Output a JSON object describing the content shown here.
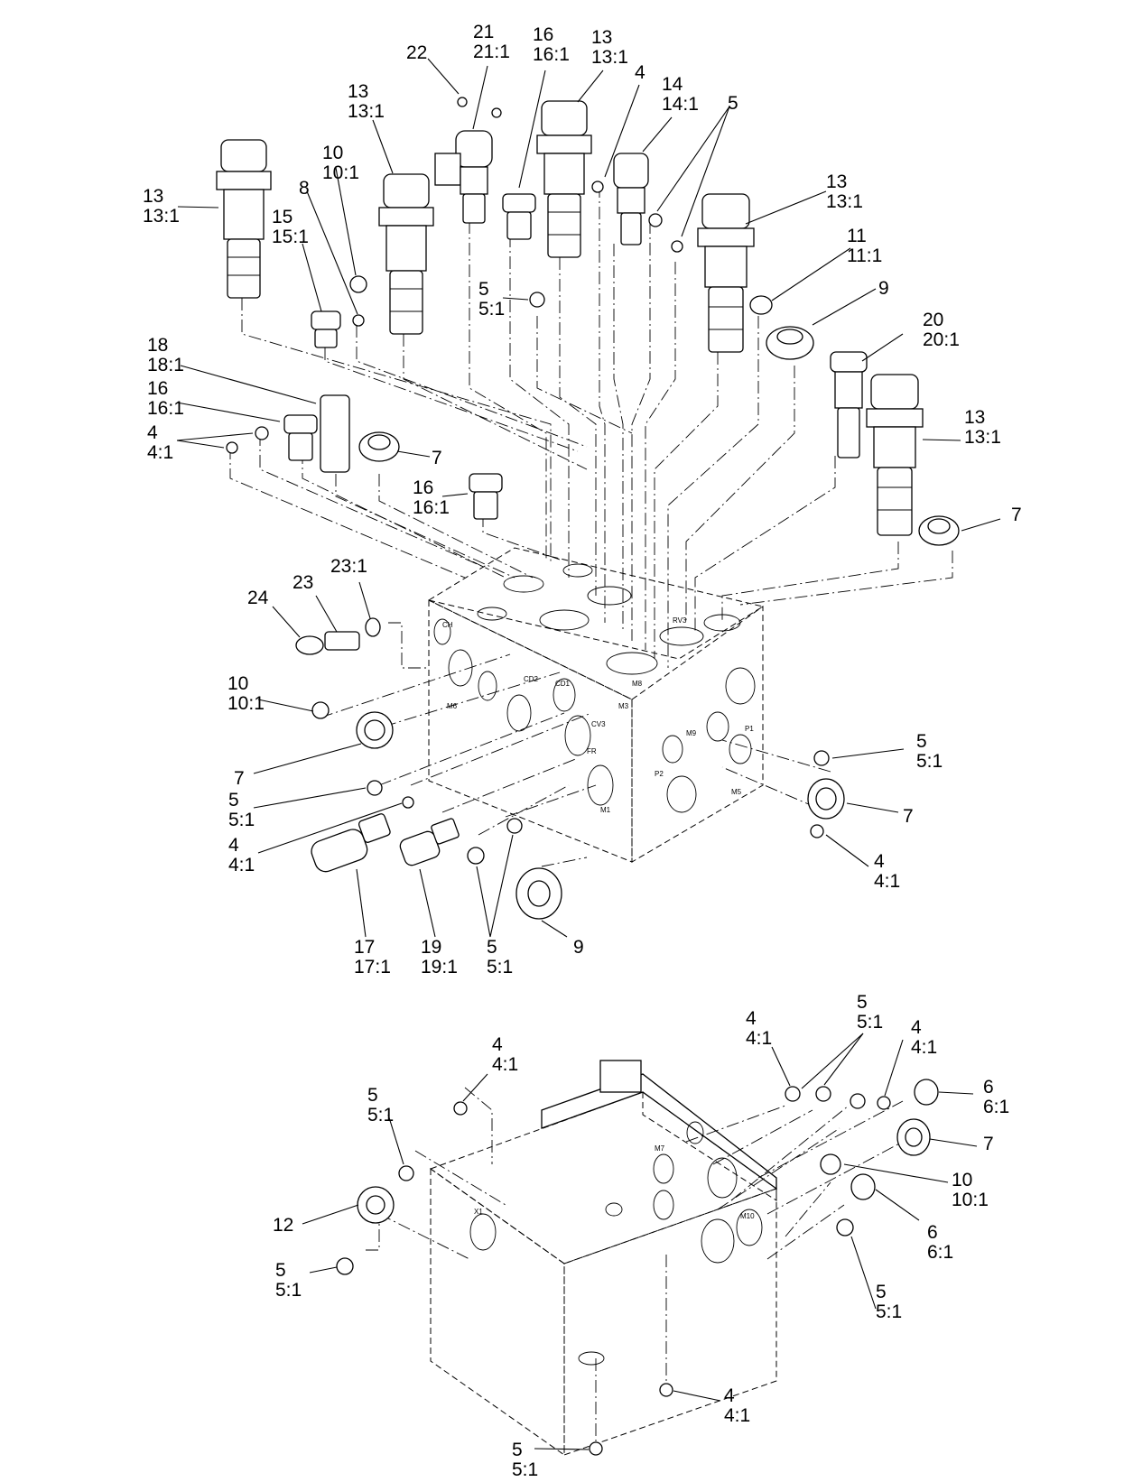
{
  "diagram": {
    "callouts": [
      {
        "id": "c22",
        "lines": [
          "22"
        ]
      },
      {
        "id": "c21",
        "lines": [
          "21",
          "21:1"
        ]
      },
      {
        "id": "c16a",
        "lines": [
          "16",
          "16:1"
        ]
      },
      {
        "id": "c13a",
        "lines": [
          "13",
          "13:1"
        ]
      },
      {
        "id": "c4a",
        "lines": [
          "4"
        ]
      },
      {
        "id": "c14",
        "lines": [
          "14",
          "14:1"
        ]
      },
      {
        "id": "c5a",
        "lines": [
          "5"
        ]
      },
      {
        "id": "c13b",
        "lines": [
          "13",
          "13:1"
        ]
      },
      {
        "id": "c10a",
        "lines": [
          "10",
          "10:1"
        ]
      },
      {
        "id": "c8",
        "lines": [
          "8"
        ]
      },
      {
        "id": "c13c",
        "lines": [
          "13",
          "13:1"
        ]
      },
      {
        "id": "c15",
        "lines": [
          "15",
          "15:1"
        ]
      },
      {
        "id": "c5b",
        "lines": [
          "5",
          "5:1"
        ]
      },
      {
        "id": "c13d",
        "lines": [
          "13",
          "13:1"
        ]
      },
      {
        "id": "c11",
        "lines": [
          "11",
          "11:1"
        ]
      },
      {
        "id": "c9a",
        "lines": [
          "9"
        ]
      },
      {
        "id": "c20",
        "lines": [
          "20",
          "20:1"
        ]
      },
      {
        "id": "c18",
        "lines": [
          "18",
          "18:1"
        ]
      },
      {
        "id": "c16b",
        "lines": [
          "16",
          "16:1"
        ]
      },
      {
        "id": "c4b",
        "lines": [
          "4",
          "4:1"
        ]
      },
      {
        "id": "c7a",
        "lines": [
          "7"
        ]
      },
      {
        "id": "c13e",
        "lines": [
          "13",
          "13:1"
        ]
      },
      {
        "id": "c16c",
        "lines": [
          "16",
          "16:1"
        ]
      },
      {
        "id": "c7b",
        "lines": [
          "7"
        ]
      },
      {
        "id": "c23_1",
        "lines": [
          "23:1"
        ]
      },
      {
        "id": "c23",
        "lines": [
          "23"
        ]
      },
      {
        "id": "c24",
        "lines": [
          "24"
        ]
      },
      {
        "id": "c10b",
        "lines": [
          "10",
          "10:1"
        ]
      },
      {
        "id": "c7c",
        "lines": [
          "7"
        ]
      },
      {
        "id": "c5c",
        "lines": [
          "5",
          "5:1"
        ]
      },
      {
        "id": "c4c",
        "lines": [
          "4",
          "4:1"
        ]
      },
      {
        "id": "c5d",
        "lines": [
          "5",
          "5:1"
        ]
      },
      {
        "id": "c7d",
        "lines": [
          "7"
        ]
      },
      {
        "id": "c4d",
        "lines": [
          "4",
          "4:1"
        ]
      },
      {
        "id": "c17",
        "lines": [
          "17",
          "17:1"
        ]
      },
      {
        "id": "c19",
        "lines": [
          "19",
          "19:1"
        ]
      },
      {
        "id": "c5e",
        "lines": [
          "5",
          "5:1"
        ]
      },
      {
        "id": "c9b",
        "lines": [
          "9"
        ]
      },
      {
        "id": "c4e",
        "lines": [
          "4",
          "4:1"
        ]
      },
      {
        "id": "c5f",
        "lines": [
          "5",
          "5:1"
        ]
      },
      {
        "id": "c4f",
        "lines": [
          "4",
          "4:1"
        ]
      },
      {
        "id": "c4g",
        "lines": [
          "4",
          "4:1"
        ]
      },
      {
        "id": "c6a",
        "lines": [
          "6",
          "6:1"
        ]
      },
      {
        "id": "c5g",
        "lines": [
          "5",
          "5:1"
        ]
      },
      {
        "id": "c7e",
        "lines": [
          "7"
        ]
      },
      {
        "id": "c10c",
        "lines": [
          "10",
          "10:1"
        ]
      },
      {
        "id": "c12",
        "lines": [
          "12"
        ]
      },
      {
        "id": "c6b",
        "lines": [
          "6",
          "6:1"
        ]
      },
      {
        "id": "c5h",
        "lines": [
          "5",
          "5:1"
        ]
      },
      {
        "id": "c5i",
        "lines": [
          "5",
          "5:1"
        ]
      },
      {
        "id": "c4h",
        "lines": [
          "4",
          "4:1"
        ]
      },
      {
        "id": "c5j",
        "lines": [
          "5",
          "5:1"
        ]
      }
    ],
    "port_labels": [
      "CH",
      "CD2",
      "CD1",
      "CV3",
      "M6",
      "M3",
      "M9",
      "M8",
      "P1",
      "P2",
      "M1",
      "M5",
      "FR",
      "RV3",
      "M7",
      "M10",
      "X1"
    ]
  }
}
